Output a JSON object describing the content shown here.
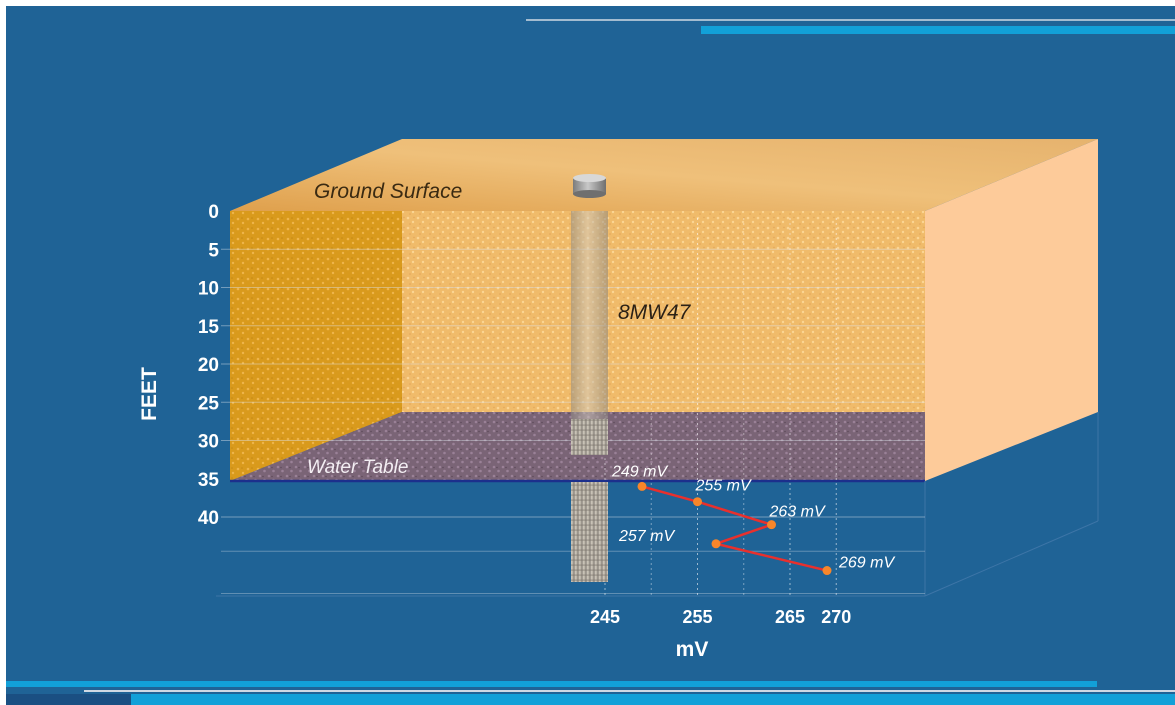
{
  "diagram": {
    "ground_surface_label": "Ground Surface",
    "water_table_label": "Water Table",
    "well_label": "8MW47",
    "y_axis_label": "FEET",
    "x_axis_label": "mV"
  },
  "chart_data": {
    "type": "line",
    "ylabel": "FEET",
    "xlabel": "mV",
    "y_ticks": [
      "0",
      "5",
      "10",
      "15",
      "20",
      "25",
      "30",
      "35",
      "40"
    ],
    "x_ticks": [
      "245",
      "255",
      "265",
      "270"
    ],
    "series": [
      {
        "points": [
          {
            "label": "249 mV",
            "mv": 249,
            "depth": 36
          },
          {
            "label": "255 mV",
            "mv": 255,
            "depth": 38
          },
          {
            "label": "263 mV",
            "mv": 263,
            "depth": 41
          },
          {
            "label": "257 mV",
            "mv": 257,
            "depth": 43.5
          },
          {
            "label": "269 mV",
            "mv": 269,
            "depth": 47
          }
        ]
      }
    ]
  },
  "colors": {
    "background": "#1f6396",
    "soil_light": "#f0bb6a",
    "soil_dark": "#d99a1c",
    "soil_side": "#fdcb9a",
    "saturated_zone": "#7a6476",
    "profile_line": "#e8302d",
    "profile_point": "#f7862a"
  }
}
